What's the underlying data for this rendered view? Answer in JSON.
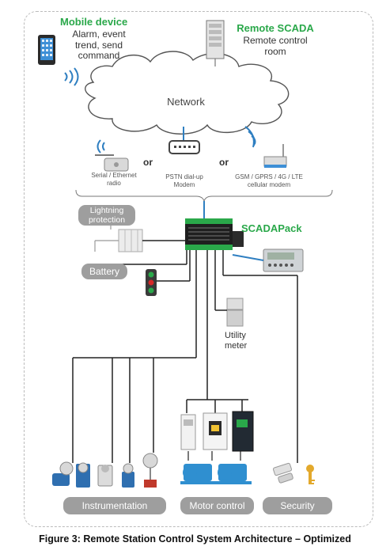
{
  "mobile_device": {
    "title": "Mobile device",
    "lines": [
      "Alarm, event",
      "trend, send",
      "command"
    ]
  },
  "remote_scada": {
    "title": "Remote SCADA",
    "lines": [
      "Remote control",
      "room"
    ]
  },
  "network": {
    "label": "Network"
  },
  "comms": {
    "or": "or",
    "radio": [
      "Serial / Ethernet",
      "radio"
    ],
    "modem": [
      "PSTN dial-up",
      "Modem"
    ],
    "cellular": [
      "GSM / GPRS / 4G / LTE",
      "cellular modem"
    ]
  },
  "lightning": {
    "lines": [
      "Lightning",
      "protection"
    ]
  },
  "battery": {
    "label": "Battery"
  },
  "scadapack": {
    "label": "SCADAPack"
  },
  "utility_meter": {
    "lines": [
      "Utility",
      "meter"
    ]
  },
  "groups": {
    "instrumentation": "Instrumentation",
    "motor": "Motor control",
    "security": "Security"
  },
  "caption": "Figure 3: Remote Station Control System Architecture – Optimized",
  "colors": {
    "green": "#2aa84a",
    "blue": "#2f7fc1",
    "pill": "#9e9e9e"
  }
}
